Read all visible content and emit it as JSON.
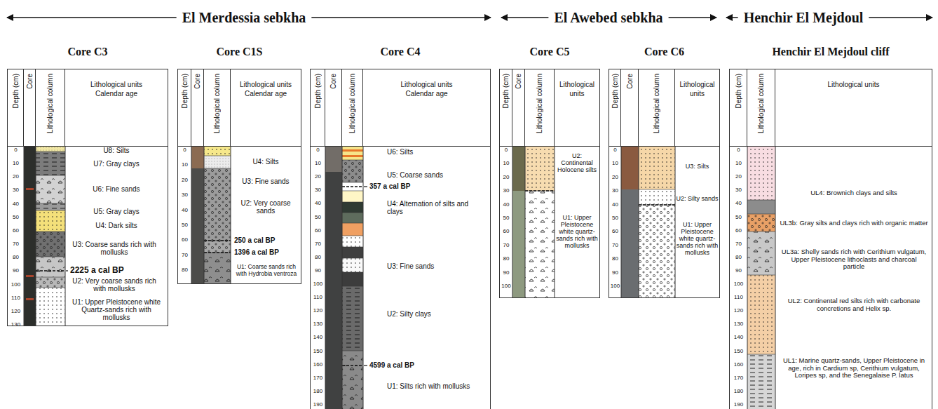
{
  "diagram": {
    "nodes": [
      {
        "text": [
          "Core C3"
        ]
      },
      {
        "text": [
          "Depth (cm)"
        ],
        "in": 0
      },
      {
        "text": [
          "Core"
        ],
        "in": 0
      },
      {
        "text": [
          "Lithological column"
        ],
        "in": 0
      },
      {
        "text": [
          "Lithological units Calendar age"
        ],
        "in": 0
      },
      {
        "text": [
          "Core C1S"
        ]
      },
      {
        "text": [
          "Depth (cm)"
        ],
        "in": 5
      },
      {
        "text": [
          "Core"
        ],
        "in": 5
      },
      {
        "text": [
          "Lithological column"
        ],
        "in": 5
      },
      {
        "text": [
          "Lithological units Calendar age"
        ],
        "in": 5
      },
      {
        "text": [
          "Core C4"
        ]
      },
      {
        "text": [
          "Depth (cm)"
        ],
        "in": 10
      },
      {
        "text": [
          "Core"
        ],
        "in": 10
      },
      {
        "text": [
          "Lithological column"
        ],
        "in": 10
      },
      {
        "text": [
          "Lithological units Calendar age"
        ],
        "in": 10
      },
      {
        "text": [
          "Core C5"
        ]
      },
      {
        "text": [
          "Depth (cm)"
        ],
        "in": 15
      },
      {
        "text": [
          "Core"
        ],
        "in": 15
      },
      {
        "text": [
          "Lithological column"
        ],
        "in": 15
      },
      {
        "text": [
          "Lithological units"
        ],
        "in": 15
      },
      {
        "text": [
          "Core C6"
        ]
      },
      {
        "text": [
          "Depth (cm)"
        ],
        "in": 20
      },
      {
        "text": [
          "Core"
        ],
        "in": 20
      },
      {
        "text": [
          "Lithological column"
        ],
        "in": 20
      },
      {
        "text": [
          "Lithological units"
        ],
        "in": 20
      },
      {
        "text": [
          "Henchir El Mejdoul cliff"
        ]
      },
      {
        "text": [
          "Depth (cm)"
        ],
        "in": 25
      },
      {
        "text": [
          "Lithological column"
        ],
        "in": 25
      },
      {
        "text": [
          "Lithological units"
        ],
        "in": 25
      }
    ],
    "labels": [
      "El Merdessia sebkha",
      "El Awebed sebkha",
      "Henchir El Mejdoul",
      "0",
      "10",
      "20",
      "30",
      "40",
      "50",
      "60",
      "70",
      "80",
      "90",
      "100",
      "110",
      "120",
      "130",
      "U8: Silts",
      "U7: Gray clays",
      "U6: Fine sands",
      "U5: Gray clays",
      "U4: Dark silts",
      "U3: Coarse sands rich with mollusks",
      "2225 a cal BP",
      "U2: Very coarse sands rich with mollusks",
      "U1: Upper Pleistocene white Quartz-sands rich with mollusks",
      "0",
      "10",
      "20",
      "30",
      "40",
      "50",
      "60",
      "70",
      "80",
      "U4: Silts",
      "U3: Fine sands",
      "U2: Very coarse sands",
      "250 a cal BP",
      "1396 a cal BP",
      "U1: Coarse sands rich with Hydrobia ventroza",
      "0",
      "10",
      "20",
      "30",
      "40",
      "50",
      "60",
      "70",
      "80",
      "90",
      "100",
      "110",
      "120",
      "130",
      "140",
      "150",
      "160",
      "170",
      "180",
      "190",
      "U6: Silts",
      "U5: Coarse sands",
      "357 a cal BP",
      "U4: Alternation of silts and clays",
      "U3: Fine sands",
      "U2: Silty clays",
      "4599 a cal BP",
      "U1: Silts rich with mollusks",
      "0",
      "10",
      "20",
      "30",
      "40",
      "50",
      "60",
      "70",
      "80",
      "90",
      "100",
      "U2: Continental Holocene silts",
      "U1: Upper Pleistocene white quartz-sands rich with mollusks",
      "0",
      "10",
      "20",
      "30",
      "40",
      "50",
      "60",
      "70",
      "80",
      "90",
      "100",
      "U3: Silts",
      "U2: Silty sands",
      "U1: Upper Pleistocene white quartz-sands rich with mollusks",
      "0",
      "10",
      "20",
      "30",
      "40",
      "50",
      "60",
      "70",
      "80",
      "90",
      "100",
      "110",
      "120",
      "130",
      "140",
      "150",
      "160",
      "170",
      "180",
      "190",
      "UL4: Brownich clays and silts",
      "UL3b: Gray silts and clays rich with organic matter",
      "UL3a: Shelly sands rich with Cerithium vulgatum, Upper Pleistocene lithoclasts and charcoal particle",
      "UL2: Continental red silts rich with carbonate concretions and Helix sp.",
      "UL1: Marine quartz-sands, Upper Pleistocene in age, rich in Cardium sp, Cerithium vulgatum, Loripes sp, and the Senegalaise P. latus"
    ]
  }
}
